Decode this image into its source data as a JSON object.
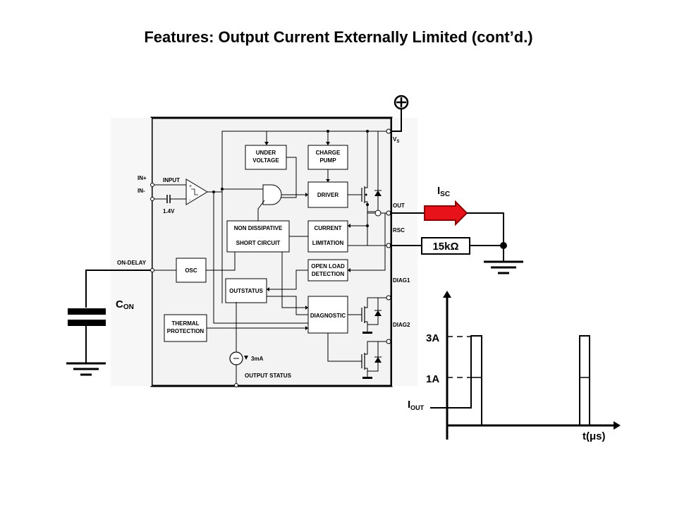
{
  "title": "Features: Output Current Externally Limited (cont’d.)",
  "pins": {
    "in_plus": "IN+",
    "in_minus": "IN-",
    "input": "INPUT",
    "ref_voltage": "1.4V",
    "on_delay": "ON-DELAY",
    "vs": "V",
    "vs_sub": "S",
    "out": "OUT",
    "rsc": "RSC",
    "diag1": "DIAG1",
    "diag2": "DIAG2",
    "current_source": "3mA",
    "output_status": "OUTPUT STATUS"
  },
  "blocks": {
    "under_voltage": [
      "UNDER",
      "VOLTAGE"
    ],
    "charge_pump": [
      "CHARGE",
      "PUMP"
    ],
    "driver": [
      "DRIVER"
    ],
    "non_dissipative": [
      "NON DISSIPATIVE",
      "SHORT CIRCUIT"
    ],
    "current_limitation": [
      "CURRENT",
      "LIMITATION"
    ],
    "open_load": [
      "OPEN LOAD",
      "DETECTION"
    ],
    "osc": [
      "OSC"
    ],
    "outstatus": [
      "OUTSTATUS"
    ],
    "diagnostic": [
      "DIAGNOSTIC"
    ],
    "thermal": [
      "THERMAL",
      "PROTECTION"
    ]
  },
  "labels": {
    "isc_main": "I",
    "isc_sub": "SC",
    "resistor": "15kΩ",
    "con_main": "C",
    "con_sub": "ON",
    "level_high": "3A",
    "level_low": "1A",
    "iout_main": "I",
    "iout_sub": "OUT",
    "time_axis": "t(μs)"
  },
  "colors": {
    "arrow_fill": "#e8121a",
    "arrow_stroke": "#8a0000",
    "ic_fill": "#f3f3f3"
  },
  "icons": {
    "supply": "plus-circle-icon",
    "ground": "ground-icon",
    "capacitor": "capacitor-icon",
    "resistor": "resistor-icon",
    "mosfet": "mosfet-icon",
    "diode": "diode-icon"
  }
}
